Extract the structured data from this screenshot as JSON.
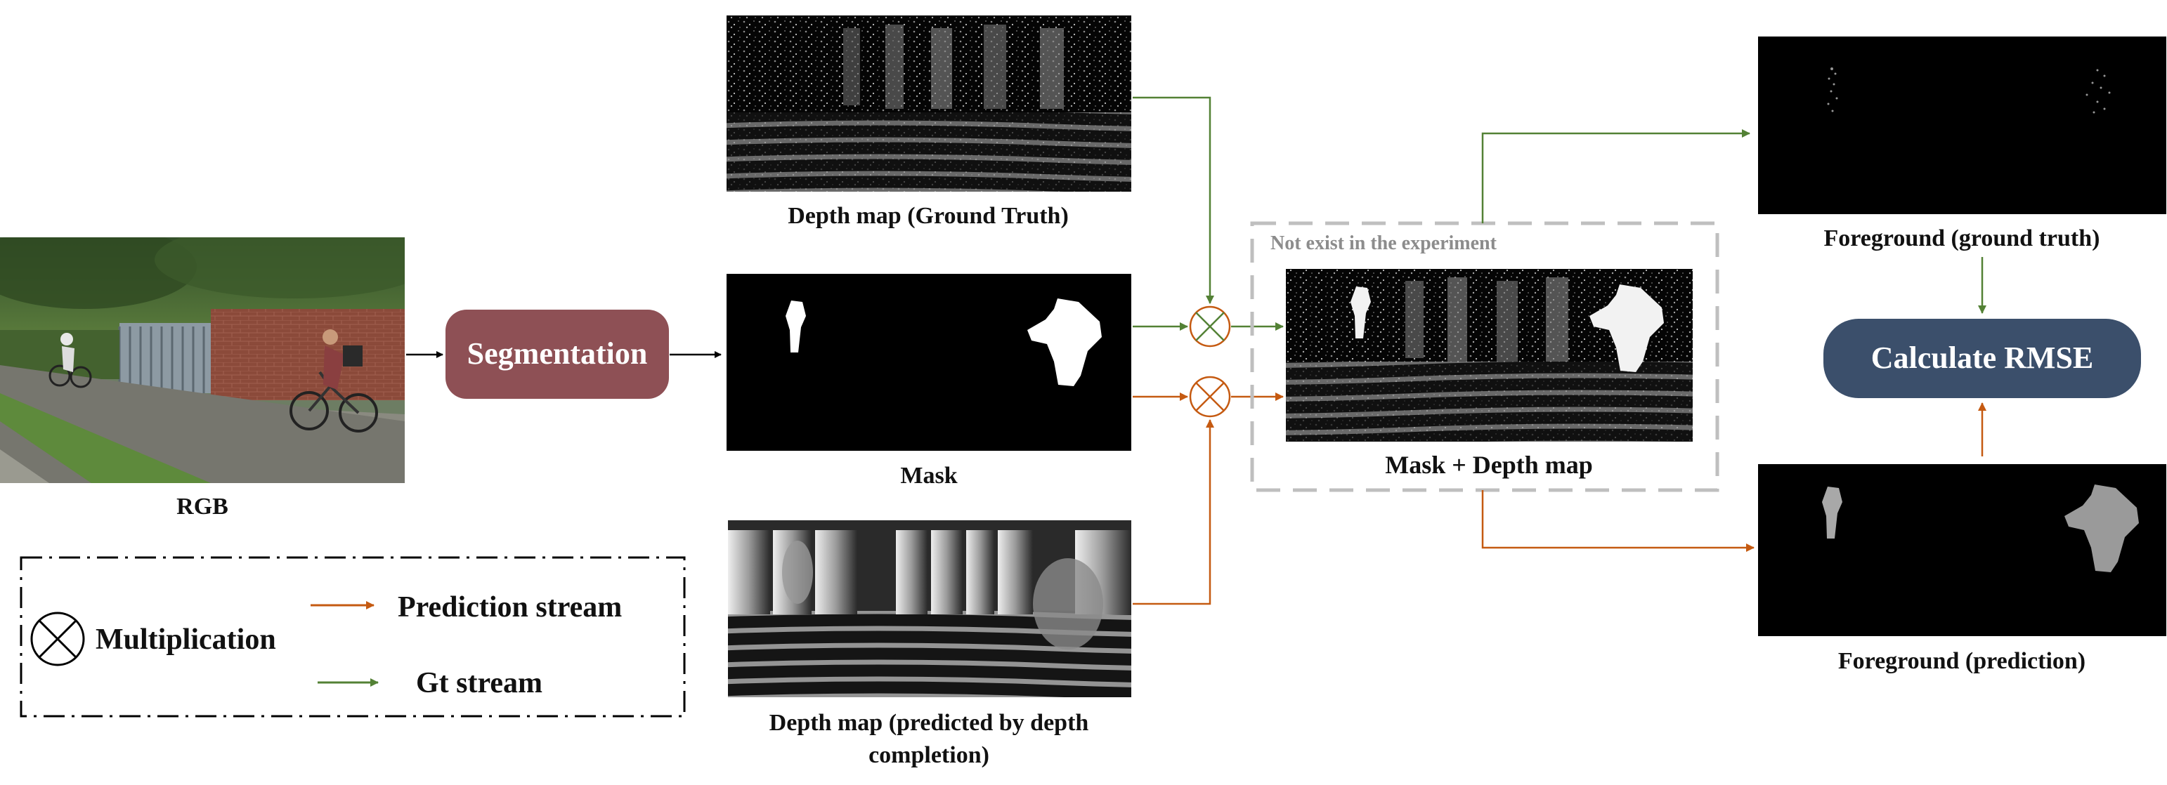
{
  "labels": {
    "rgb": "RGB",
    "segmentation": "Segmentation",
    "depth_gt": "Depth map (Ground Truth)",
    "mask": "Mask",
    "depth_pred_line1": "Depth map (predicted by depth",
    "depth_pred_line2": "completion)",
    "not_exist": "Not exist in the experiment",
    "mask_depth": "Mask + Depth map",
    "fg_gt": "Foreground (ground truth)",
    "fg_pred": "Foreground (prediction)",
    "rmse": "Calculate RMSE"
  },
  "legend": {
    "multiplication": "Multiplication",
    "prediction_stream": "Prediction stream",
    "gt_stream": "Gt stream"
  },
  "colors": {
    "gt_stream": "#538135",
    "prediction_stream": "#C55A11",
    "segmentation_box": "#8E5055",
    "rmse_box": "#3B4F6B",
    "dashed_box": "#BFBFBF",
    "not_exist_text": "#8C8C8C"
  }
}
